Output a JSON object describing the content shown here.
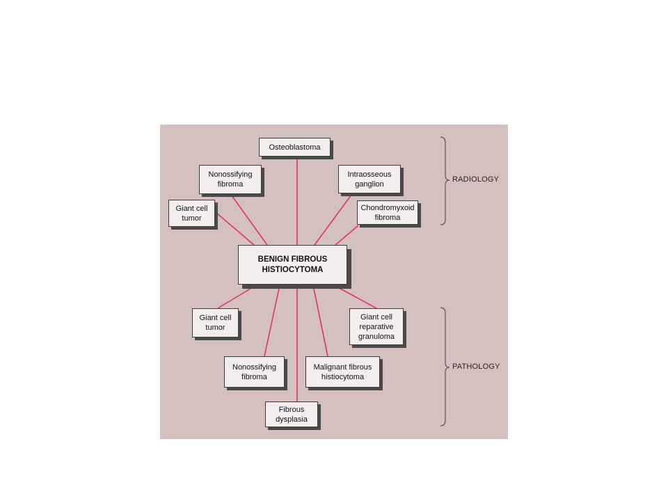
{
  "center": "BENIGN FIBROUS\nHISTIOCYTOMA",
  "radiology": {
    "label": "RADIOLOGY",
    "items": [
      "Osteoblastoma",
      "Nonossifying\nfibroma",
      "Intraosseous\nganglion",
      "Giant cell\ntumor",
      "Chondromyxoid\nfibroma"
    ]
  },
  "pathology": {
    "label": "PATHOLOGY",
    "items": [
      "Giant cell\ntumor",
      "Giant cell\nreparative\ngranuloma",
      "Nonossifying\nfibroma",
      "Malignant fibrous\nhistiocytoma",
      "Fibrous\ndysplasia"
    ]
  },
  "colors": {
    "background": "#d5c0c0",
    "connector": "#e0306a",
    "box": "#f4eded",
    "bracket": "#555555"
  }
}
